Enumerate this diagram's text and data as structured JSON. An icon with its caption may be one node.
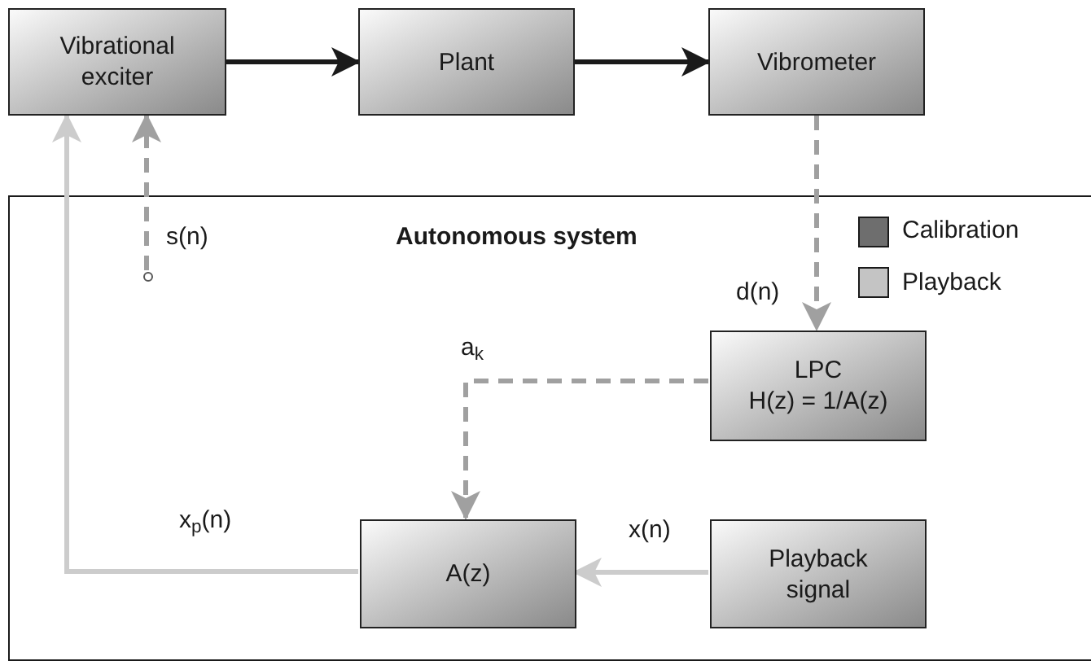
{
  "diagram": {
    "nodes": [
      {
        "text": [
          "Vibrational exciter"
        ]
      },
      {
        "text": [
          "Plant"
        ]
      },
      {
        "text": [
          "Vibrometer"
        ]
      },
      {
        "text": [
          "Autonomous system"
        ]
      },
      {
        "text": [
          "LPC",
          "H(z) = 1/A(z)"
        ],
        "in": 3
      },
      {
        "text": [
          "A(z)"
        ],
        "in": 3
      },
      {
        "text": [
          "Playback signal"
        ],
        "in": 3
      },
      {
        "text": [],
        "shape": "circle",
        "in": 3
      }
    ],
    "edges": [
      {
        "from": 0,
        "to": 1,
        "arrow": "to",
        "color": "#1a1a1a"
      },
      {
        "from": 1,
        "to": 2,
        "arrow": "to",
        "color": "#1a1a1a"
      },
      {
        "from": 2,
        "to": 4,
        "arrow": "to",
        "label": "d(n)",
        "style": "dashed",
        "color": "#a0a0a0"
      },
      {
        "from": 7,
        "to": 0,
        "arrow": "to",
        "label": "s(n)",
        "style": "dashed",
        "color": "#a0a0a0"
      },
      {
        "from": 4,
        "to": 5,
        "arrow": "to",
        "label": "a$_{k}$",
        "style": "dashed",
        "color": "#a0a0a0"
      },
      {
        "from": 6,
        "to": 5,
        "arrow": "to",
        "label": "x(n)",
        "color": "#cccccc"
      },
      {
        "from": 5,
        "to": 0,
        "arrow": "to",
        "label": "x$_{p}$(n)",
        "color": "#cccccc"
      }
    ],
    "legend": [
      {
        "text": "Calibration",
        "color": "#6e6e6e"
      },
      {
        "text": "Playback",
        "color": "#c4c4c4"
      }
    ]
  }
}
